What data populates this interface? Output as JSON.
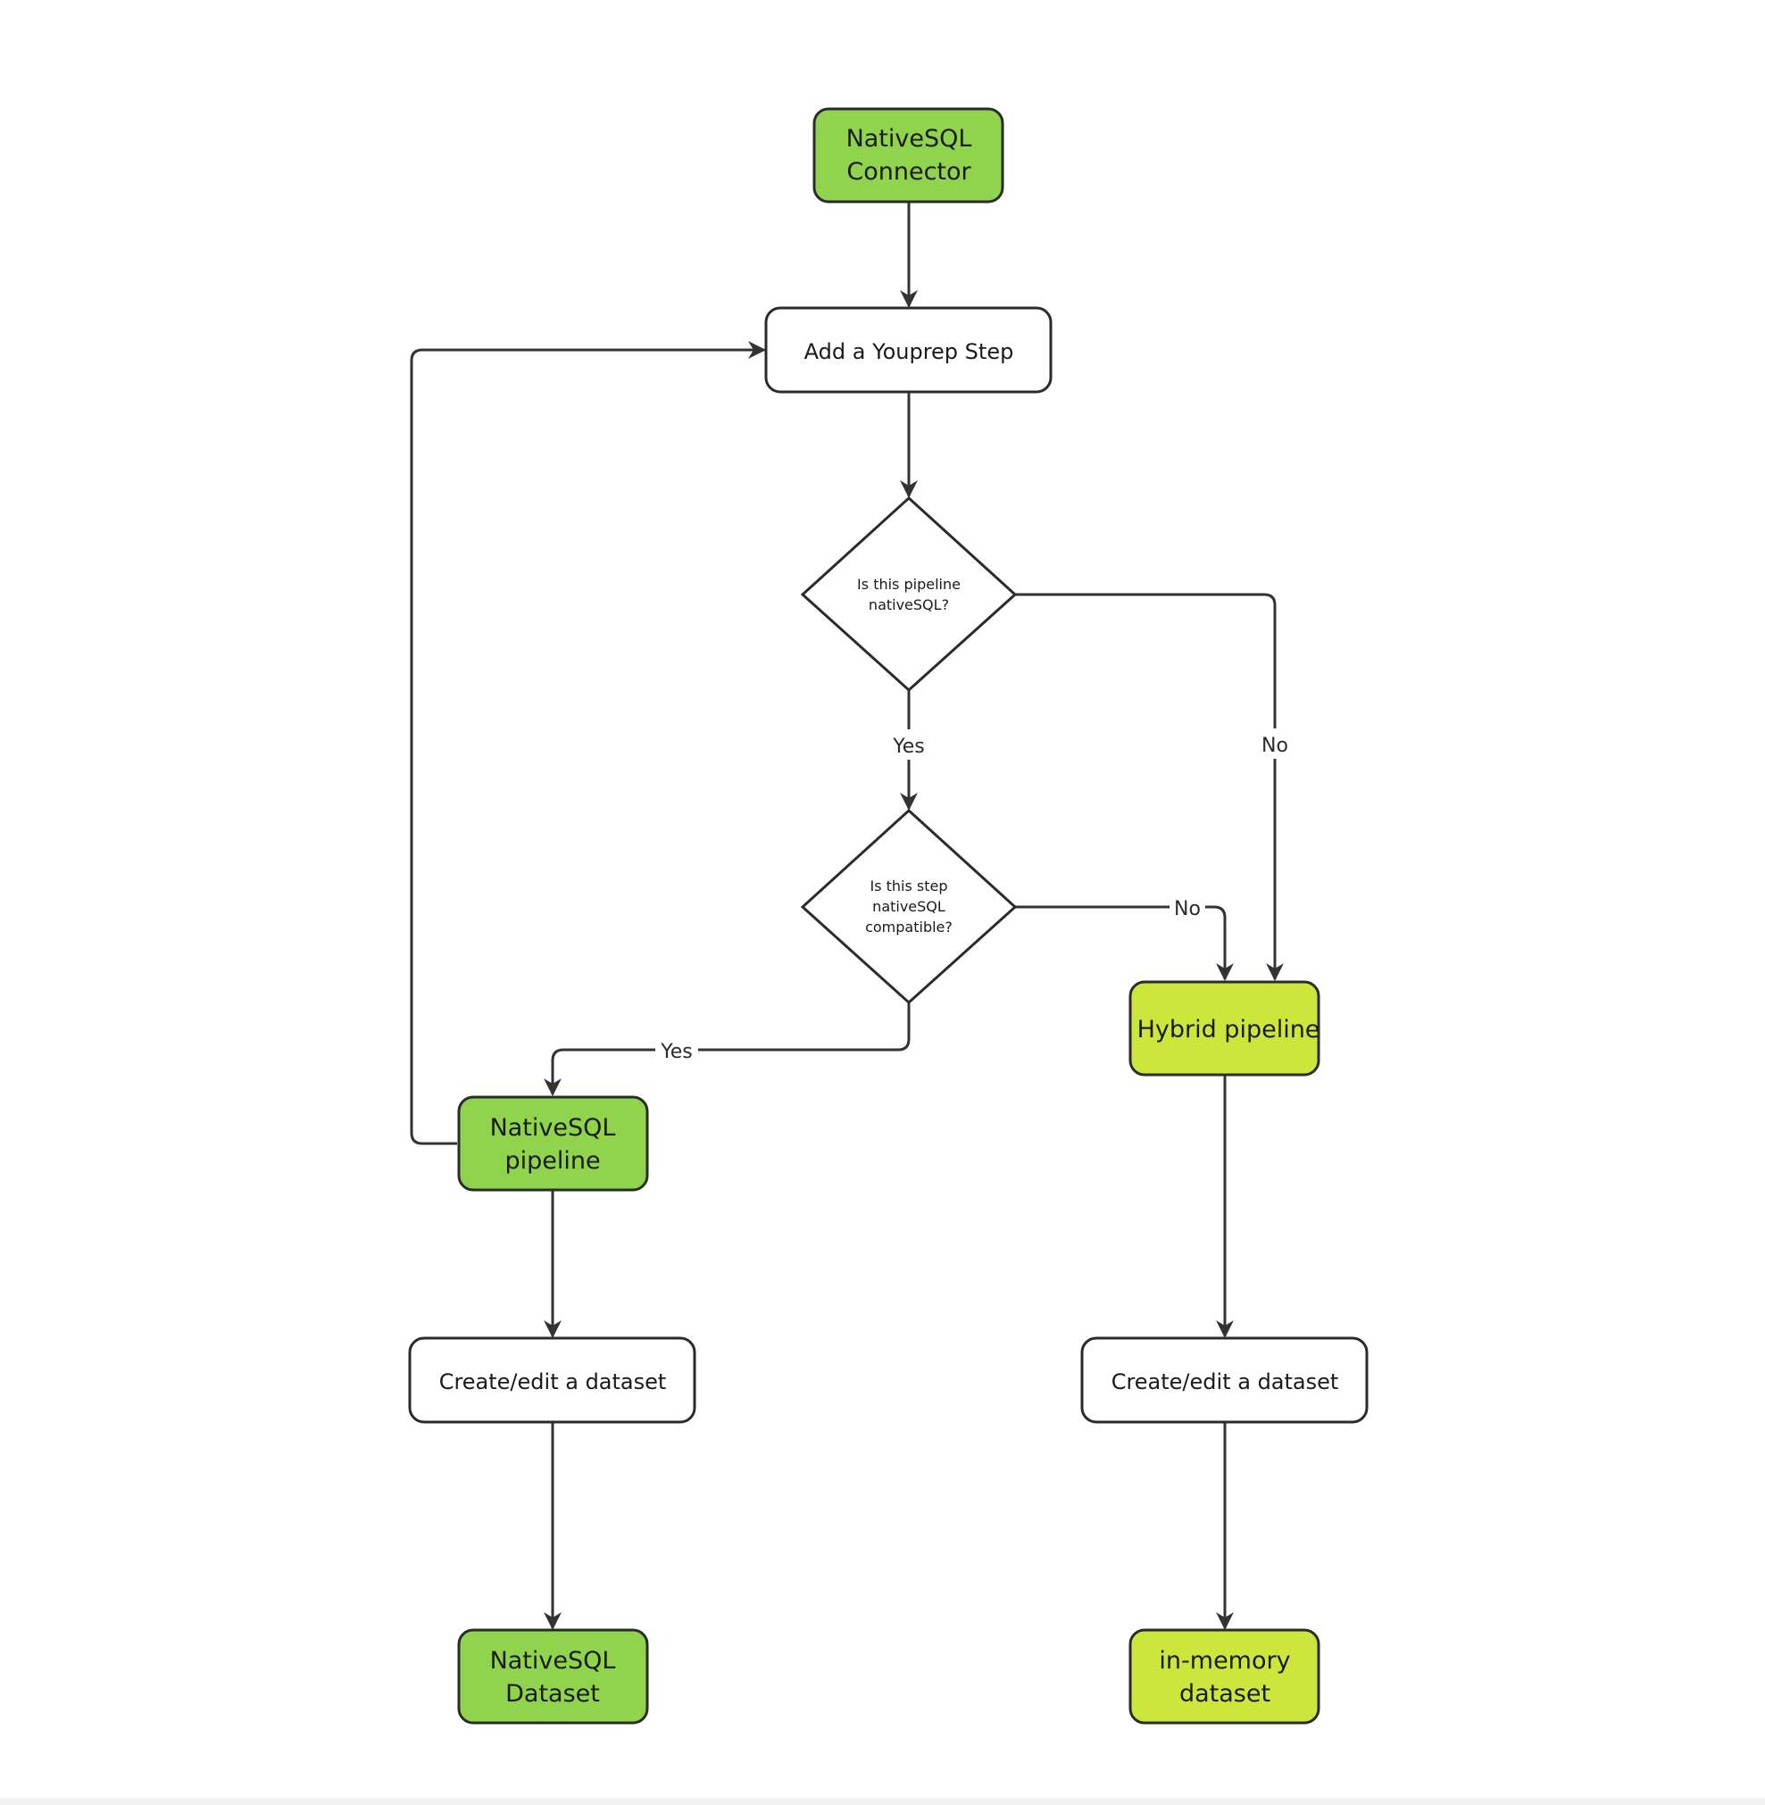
{
  "colors": {
    "green": "#8fd44c",
    "lime": "#cde63c",
    "white": "#ffffff",
    "stroke": "#2b2b2b",
    "edge": "#333333"
  },
  "nodes": {
    "connector": {
      "lines": [
        "NativeSQL",
        "Connector"
      ]
    },
    "add_step": {
      "lines": [
        "Add a Youprep Step"
      ]
    },
    "decision_pipeline": {
      "lines": [
        "Is this pipeline",
        "nativeSQL?"
      ]
    },
    "decision_step": {
      "lines": [
        "Is this step",
        "nativeSQL",
        "compatible?"
      ]
    },
    "hybrid_pipeline": {
      "lines": [
        "Hybrid pipeline"
      ]
    },
    "nativesql_pipeline": {
      "lines": [
        "NativeSQL",
        "pipeline"
      ]
    },
    "create_left": {
      "lines": [
        "Create/edit a dataset"
      ]
    },
    "create_right": {
      "lines": [
        "Create/edit a dataset"
      ]
    },
    "nativesql_dataset": {
      "lines": [
        "NativeSQL",
        "Dataset"
      ]
    },
    "inmemory_dataset": {
      "lines": [
        "in-memory",
        "dataset"
      ]
    }
  },
  "edges": {
    "yes_pipeline": "Yes",
    "no_pipeline": "No",
    "no_step": "No",
    "yes_step": "Yes"
  }
}
